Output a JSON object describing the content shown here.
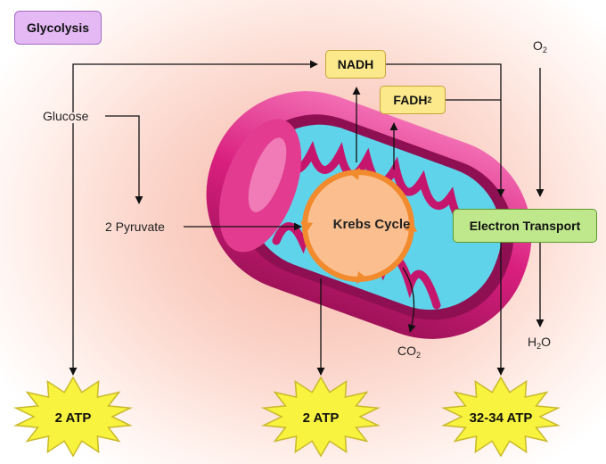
{
  "title": "Glycolysis",
  "glucose": "Glucose",
  "pyruvate": "2 Pyruvate",
  "krebs": "Krebs Cycle",
  "nadh": {
    "base": "NADH"
  },
  "fadh": {
    "base": "FADH",
    "sub": "2"
  },
  "electron_transport": "Electron Transport",
  "o2": {
    "base": "O",
    "sub": "2"
  },
  "h2o": {
    "pre": "H",
    "sub": "2",
    "post": "O"
  },
  "co2": {
    "base": "CO",
    "sub": "2"
  },
  "atp": [
    "2 ATP",
    "2 ATP",
    "32-34 ATP"
  ],
  "colors": {
    "mito_outer": "#d91f7e",
    "mito_light": "#f06bb0",
    "matrix": "#5fd3ea",
    "krebs_fill": "#fbbf8f",
    "krebs_ring": "#f28a2e",
    "star_fill": "#f7f33e",
    "star_stroke": "#c9b92a",
    "nadh_box": "#fbe98c",
    "et_box": "#bfe88c",
    "glyco_box": "#e4b9f4"
  }
}
